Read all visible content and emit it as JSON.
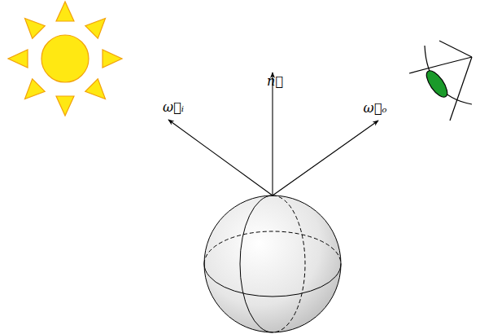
{
  "diagram": {
    "labels": [
      "ω⃗ᵢ",
      "n⃗",
      "ω⃗ₒ"
    ]
  }
}
